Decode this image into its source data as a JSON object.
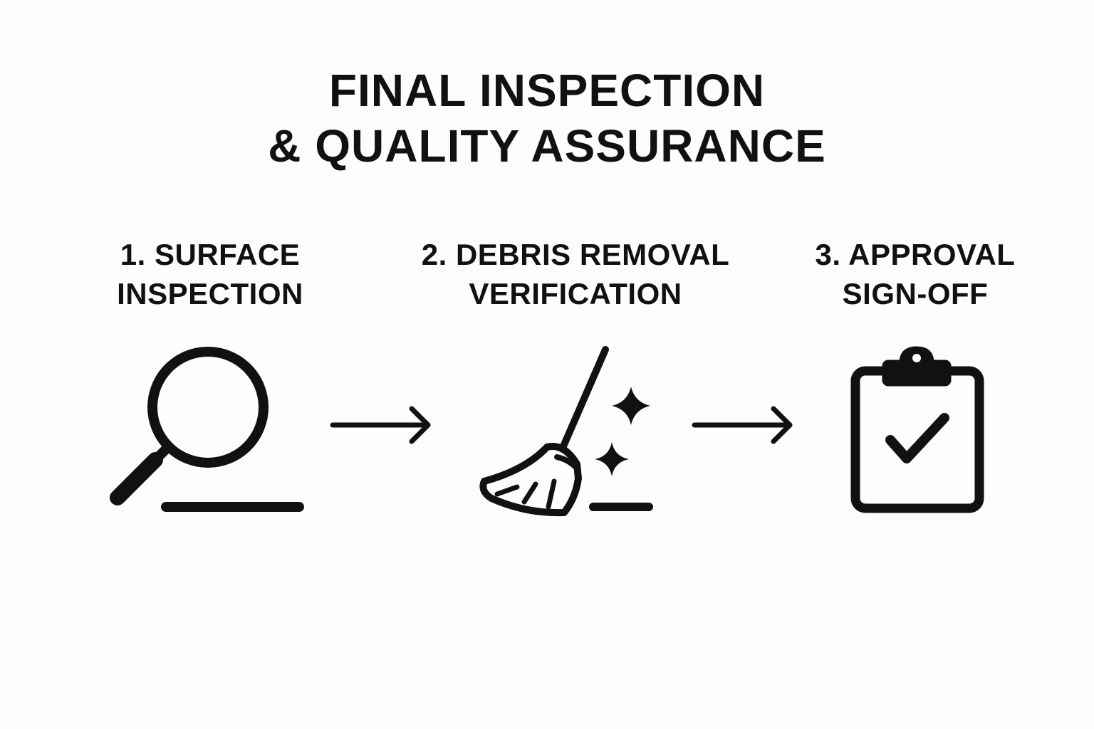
{
  "title": {
    "line1": "FINAL INSPECTION",
    "line2": "& QUALITY ASSURANCE"
  },
  "steps": [
    {
      "line1": "1. SURFACE",
      "line2": "INSPECTION",
      "icon": "magnifying-glass-icon"
    },
    {
      "line1": "2. DEBRIS REMOVAL",
      "line2": "VERIFICATION",
      "icon": "broom-icon"
    },
    {
      "line1": "3. APPROVAL",
      "line2": "SIGN-OFF",
      "icon": "clipboard-check-icon"
    }
  ],
  "connectors": [
    "arrow-right-icon",
    "arrow-right-icon"
  ],
  "colors": {
    "background": "#fdfdfd",
    "ink": "#111111"
  }
}
